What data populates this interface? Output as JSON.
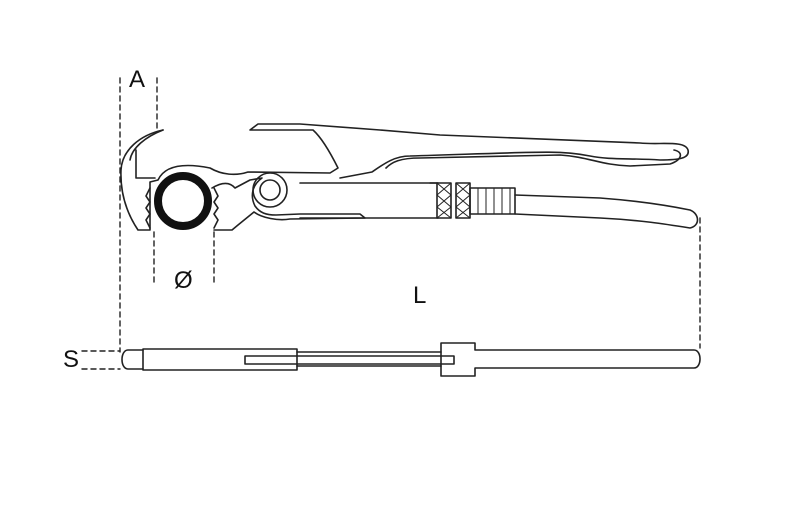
{
  "diagram": {
    "title": "Pipe wrench technical drawing",
    "subject": "Swedish-pattern pipe wrench (90° jaws), side and top views",
    "stroke_color": "#222222",
    "background": "#ffffff"
  },
  "dimensions": {
    "A": "A",
    "diameter": "Ø",
    "L": "L",
    "S": "S"
  },
  "views": [
    {
      "name": "side-view",
      "parts": [
        "upper-jaw-handle",
        "lower-jaw",
        "pipe",
        "pivot",
        "knurled-adjusting-nut",
        "lower-handle"
      ]
    },
    {
      "name": "top-view",
      "parts": [
        "handle-bar",
        "clamp-sleeve"
      ]
    }
  ]
}
